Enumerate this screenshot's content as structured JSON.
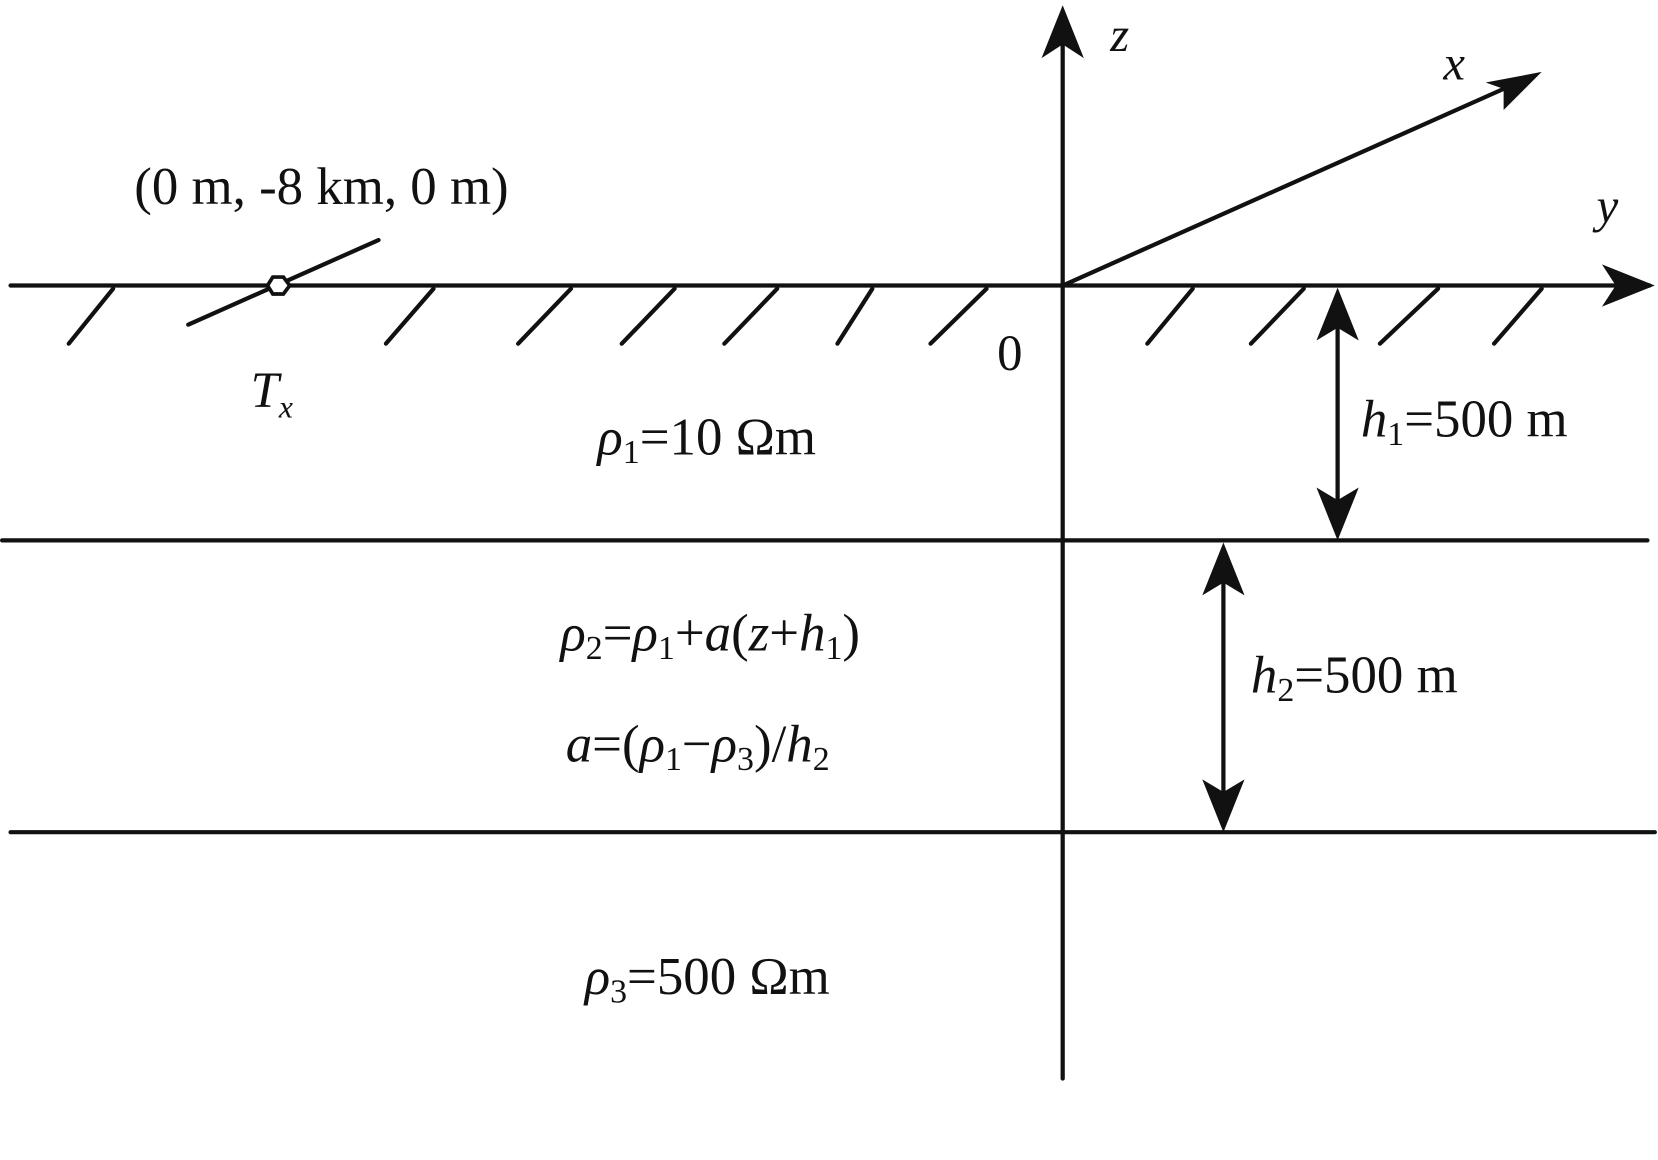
{
  "axes": {
    "z": "z",
    "x": "x",
    "y": "y",
    "origin": "0"
  },
  "transmitter": {
    "coords": "(0 m, -8 km, 0 m)",
    "label_main": "T",
    "label_sub": "x"
  },
  "layer1": {
    "rho_sym": "ρ",
    "rho_sub": "1",
    "value": "=10 Ωm",
    "thickness_sym": "h",
    "thickness_sub": "1",
    "thickness_value": "=500 m"
  },
  "layer2": {
    "eq1": [
      "ρ",
      "2",
      "=",
      "ρ",
      "1",
      "+",
      "a",
      "(",
      "z",
      "+",
      "h",
      "1",
      ")"
    ],
    "eq2": [
      "a",
      "=(",
      "ρ",
      "1",
      "−",
      "ρ",
      "3",
      ")/",
      "h",
      "2"
    ],
    "thickness_sym": "h",
    "thickness_sub": "2",
    "thickness_value": "=500 m"
  },
  "layer3": {
    "rho_sym": "ρ",
    "rho_sub": "3",
    "value": "=500 Ωm"
  },
  "colors": {
    "line": "#111111",
    "background": "#ffffff"
  }
}
